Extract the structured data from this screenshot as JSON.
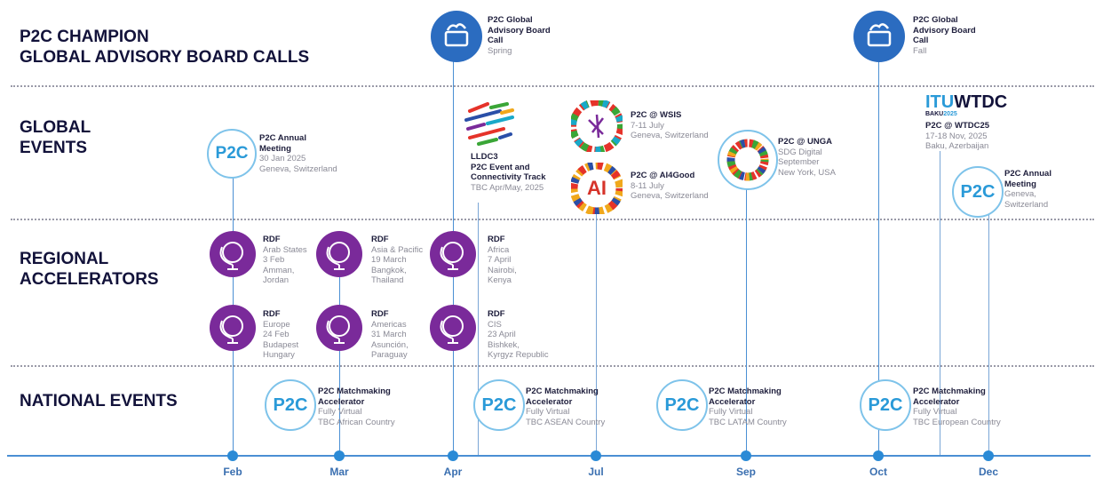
{
  "rows": {
    "board": [
      "P2C CHAMPION",
      "GLOBAL ADVISORY BOARD CALLS"
    ],
    "global": [
      "GLOBAL",
      "EVENTS"
    ],
    "regional": [
      "REGIONAL",
      "ACCELERATORS"
    ],
    "national": "NATIONAL EVENTS"
  },
  "months": [
    "Feb",
    "Mar",
    "Apr",
    "Jul",
    "Sep",
    "Oct",
    "Dec"
  ],
  "p2c_text": "P2C",
  "board_calls": [
    {
      "title": [
        "P2C Global",
        "Advisory Board",
        "Call"
      ],
      "sub": "Spring"
    },
    {
      "title": [
        "P2C Global",
        "Advisory Board",
        "Call"
      ],
      "sub": "Fall"
    }
  ],
  "global_events": {
    "annual1": {
      "title": [
        "P2C Annual",
        "Meeting"
      ],
      "lines": [
        "30 Jan 2025",
        "Geneva, Switzerland"
      ]
    },
    "lldc3": {
      "title": [
        "LLDC3",
        "P2C Event and",
        "Connectivity Track"
      ],
      "lines": [
        "TBC Apr/May, 2025"
      ]
    },
    "wsis": {
      "title": [
        "P2C @ WSIS"
      ],
      "lines": [
        "7-11 July",
        "Geneva, Switzerland"
      ]
    },
    "ai4good": {
      "title": [
        "P2C @ AI4Good"
      ],
      "lines": [
        "8-11 July",
        "Geneva, Switzerland"
      ],
      "logo_text": "AI"
    },
    "unga": {
      "title": [
        "P2C @ UNGA"
      ],
      "lines": [
        "SDG Digital",
        "September",
        "New York, USA"
      ]
    },
    "wtdc": {
      "logo_main": "ITU",
      "logo_second": "WTDC",
      "logo_sub": "BAKU",
      "logo_year": "2025",
      "title": [
        "P2C @ WTDC25"
      ],
      "lines": [
        "17-18 Nov, 2025",
        "Baku, Azerbaijan"
      ]
    },
    "annual2": {
      "title": [
        "P2C Annual",
        "Meeting"
      ],
      "lines": [
        "Geneva,",
        "Switzerland"
      ]
    }
  },
  "rdf": [
    {
      "title": "RDF",
      "lines": [
        "Arab States",
        "3 Feb",
        "Amman,",
        "Jordan"
      ]
    },
    {
      "title": "RDF",
      "lines": [
        "Asia & Pacific",
        "19 March",
        "Bangkok,",
        "Thailand"
      ]
    },
    {
      "title": "RDF",
      "lines": [
        "Africa",
        "7 April",
        "Nairobi,",
        "Kenya"
      ]
    },
    {
      "title": "RDF",
      "lines": [
        "Europe",
        "24 Feb",
        "Budapest",
        "Hungary"
      ]
    },
    {
      "title": "RDF",
      "lines": [
        "Americas",
        "31 March",
        "Asunción,",
        "Paraguay"
      ]
    },
    {
      "title": "RDF",
      "lines": [
        "CIS",
        "23 April",
        "Bishkek,",
        "Kyrgyz Republic"
      ]
    }
  ],
  "national": [
    {
      "title": [
        "P2C Matchmaking",
        "Accelerator"
      ],
      "lines": [
        "Fully Virtual",
        "TBC African Country"
      ]
    },
    {
      "title": [
        "P2C Matchmaking",
        "Accelerator"
      ],
      "lines": [
        "Fully Virtual",
        "TBC ASEAN Country"
      ]
    },
    {
      "title": [
        "P2C Matchmaking",
        "Accelerator"
      ],
      "lines": [
        "Fully Virtual",
        "TBC LATAM Country"
      ]
    },
    {
      "title": [
        "P2C Matchmaking",
        "Accelerator"
      ],
      "lines": [
        "Fully Virtual",
        "TBC European Country"
      ]
    }
  ],
  "colors": {
    "accent": "#2a8ad6",
    "rdf_purple": "#7a2a9a",
    "board_blue": "#2b6cc0",
    "p2c_blue": "#2a9ad8"
  }
}
